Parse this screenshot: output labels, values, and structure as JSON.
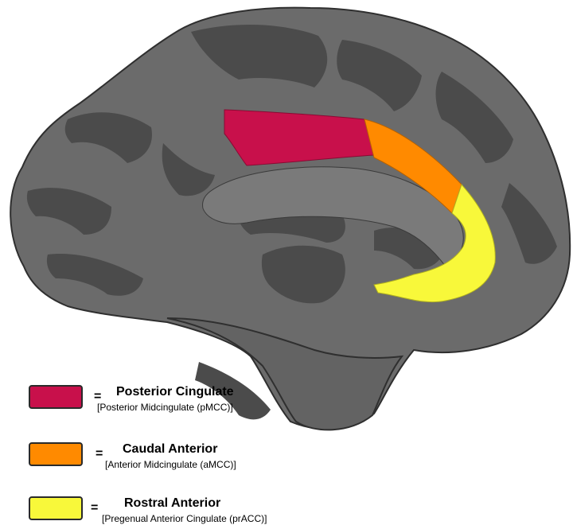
{
  "colors": {
    "background": "#ffffff",
    "cortex": "#6b6b6b",
    "sulcus": "#4a4a4a",
    "outline": "#2f2f2f",
    "posterior": "#c8104b",
    "caudal": "#ff8a00",
    "rostral": "#f8f83a"
  },
  "legend": [
    {
      "key": "posterior",
      "title": "Posterior Cingulate",
      "subtitle": "[Posterior Midcingulate (pMCC)]",
      "color": "#c8104b"
    },
    {
      "key": "caudal",
      "title": "Caudal Anterior",
      "subtitle": "[Anterior Midcingulate (aMCC)]",
      "color": "#ff8a00"
    },
    {
      "key": "rostral",
      "title": "Rostral Anterior",
      "subtitle": "[Pregenual Anterior Cingulate (prACC)]",
      "color": "#f8f83a"
    }
  ],
  "equals_sign": "="
}
